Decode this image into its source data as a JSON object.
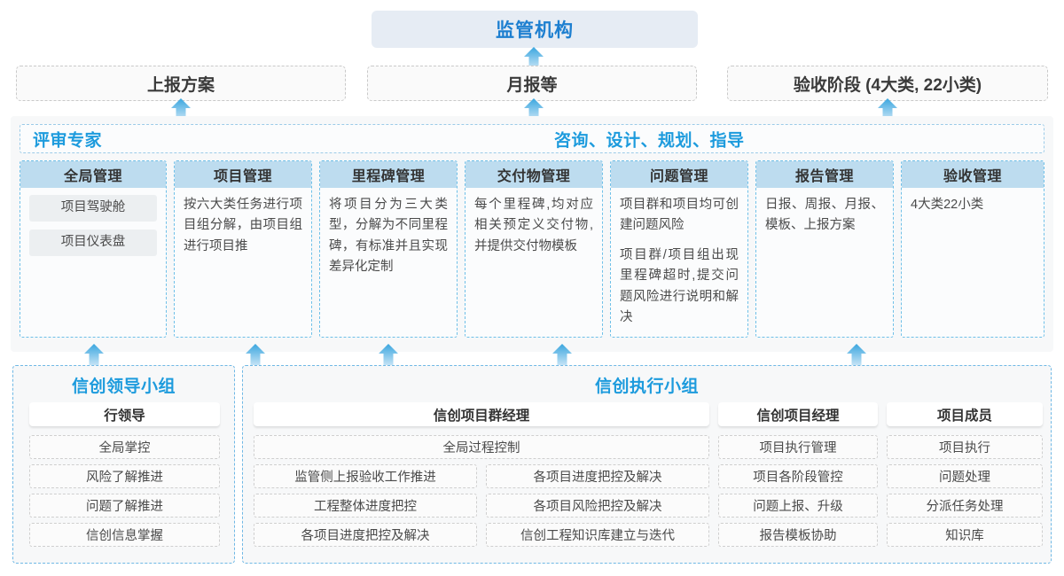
{
  "authority": {
    "label": "监管机构"
  },
  "reports": [
    {
      "label": "上报方案"
    },
    {
      "label": "月报等"
    },
    {
      "label": "验收阶段 (4大类, 22小类)"
    }
  ],
  "platform": {
    "band_left_label": "评审专家",
    "band_right_label": "咨询、设计、规划、指导",
    "columns": [
      {
        "title": "全局管理",
        "pills": [
          "项目驾驶舱",
          "项目仪表盘"
        ],
        "paragraphs": []
      },
      {
        "title": "项目管理",
        "pills": [],
        "paragraphs": [
          "按六大类任务进行项目组分解，由项目组进行项目推"
        ]
      },
      {
        "title": "里程碑管理",
        "pills": [],
        "paragraphs": [
          "将项目分为三大类型，分解为不同里程碑，有标准并且实现差异化定制"
        ]
      },
      {
        "title": "交付物管理",
        "pills": [],
        "paragraphs": [
          "每个里程碑,均对应相关预定义交付物,并提供交付物模板"
        ]
      },
      {
        "title": "问题管理",
        "pills": [],
        "paragraphs": [
          "项目群和项目均可创建问题风险",
          "项目群/项目组出现里程碑超时,提交问题风险进行说明和解决"
        ]
      },
      {
        "title": "报告管理",
        "pills": [],
        "paragraphs": [
          "日报、周报、月报、模板、上报方案"
        ]
      },
      {
        "title": "验收管理",
        "pills": [],
        "paragraphs": [
          "4大类22小类"
        ]
      }
    ]
  },
  "groups": [
    {
      "title": "信创领导小组",
      "roles": [
        {
          "name": "行领导",
          "tasks": [
            "全局掌控",
            "风险了解推进",
            "问题了解推进",
            "信创信息掌握"
          ]
        }
      ]
    },
    {
      "title": "信创执行小组",
      "roles": [
        {
          "name": "信创项目群经理",
          "wide_task": "全局过程控制",
          "tasks_left": [
            "监管侧上报验收工作推进",
            "工程整体进度把控",
            "各项目进度把控及解决"
          ],
          "tasks_right": [
            "各项目进度把控及解决",
            "各项目风险把控及解决",
            "信创工程知识库建立与迭代"
          ]
        },
        {
          "name": "信创项目经理",
          "tasks": [
            "项目执行管理",
            "项目各阶段管控",
            "问题上报、升级",
            "报告模板协助"
          ]
        },
        {
          "name": "项目成员",
          "tasks": [
            "项目执行",
            "问题处理",
            "分派任务处理",
            "知识库"
          ]
        }
      ]
    }
  ],
  "colors": {
    "accent_blue": "#1d9bdd",
    "authority_blue": "#1d7fd0",
    "authority_bg": "#e6ecf4",
    "column_head_bg": "#bddcef",
    "arrow": "#3aa6df"
  },
  "icons": {
    "arrow_up": "arrow-up-icon"
  }
}
